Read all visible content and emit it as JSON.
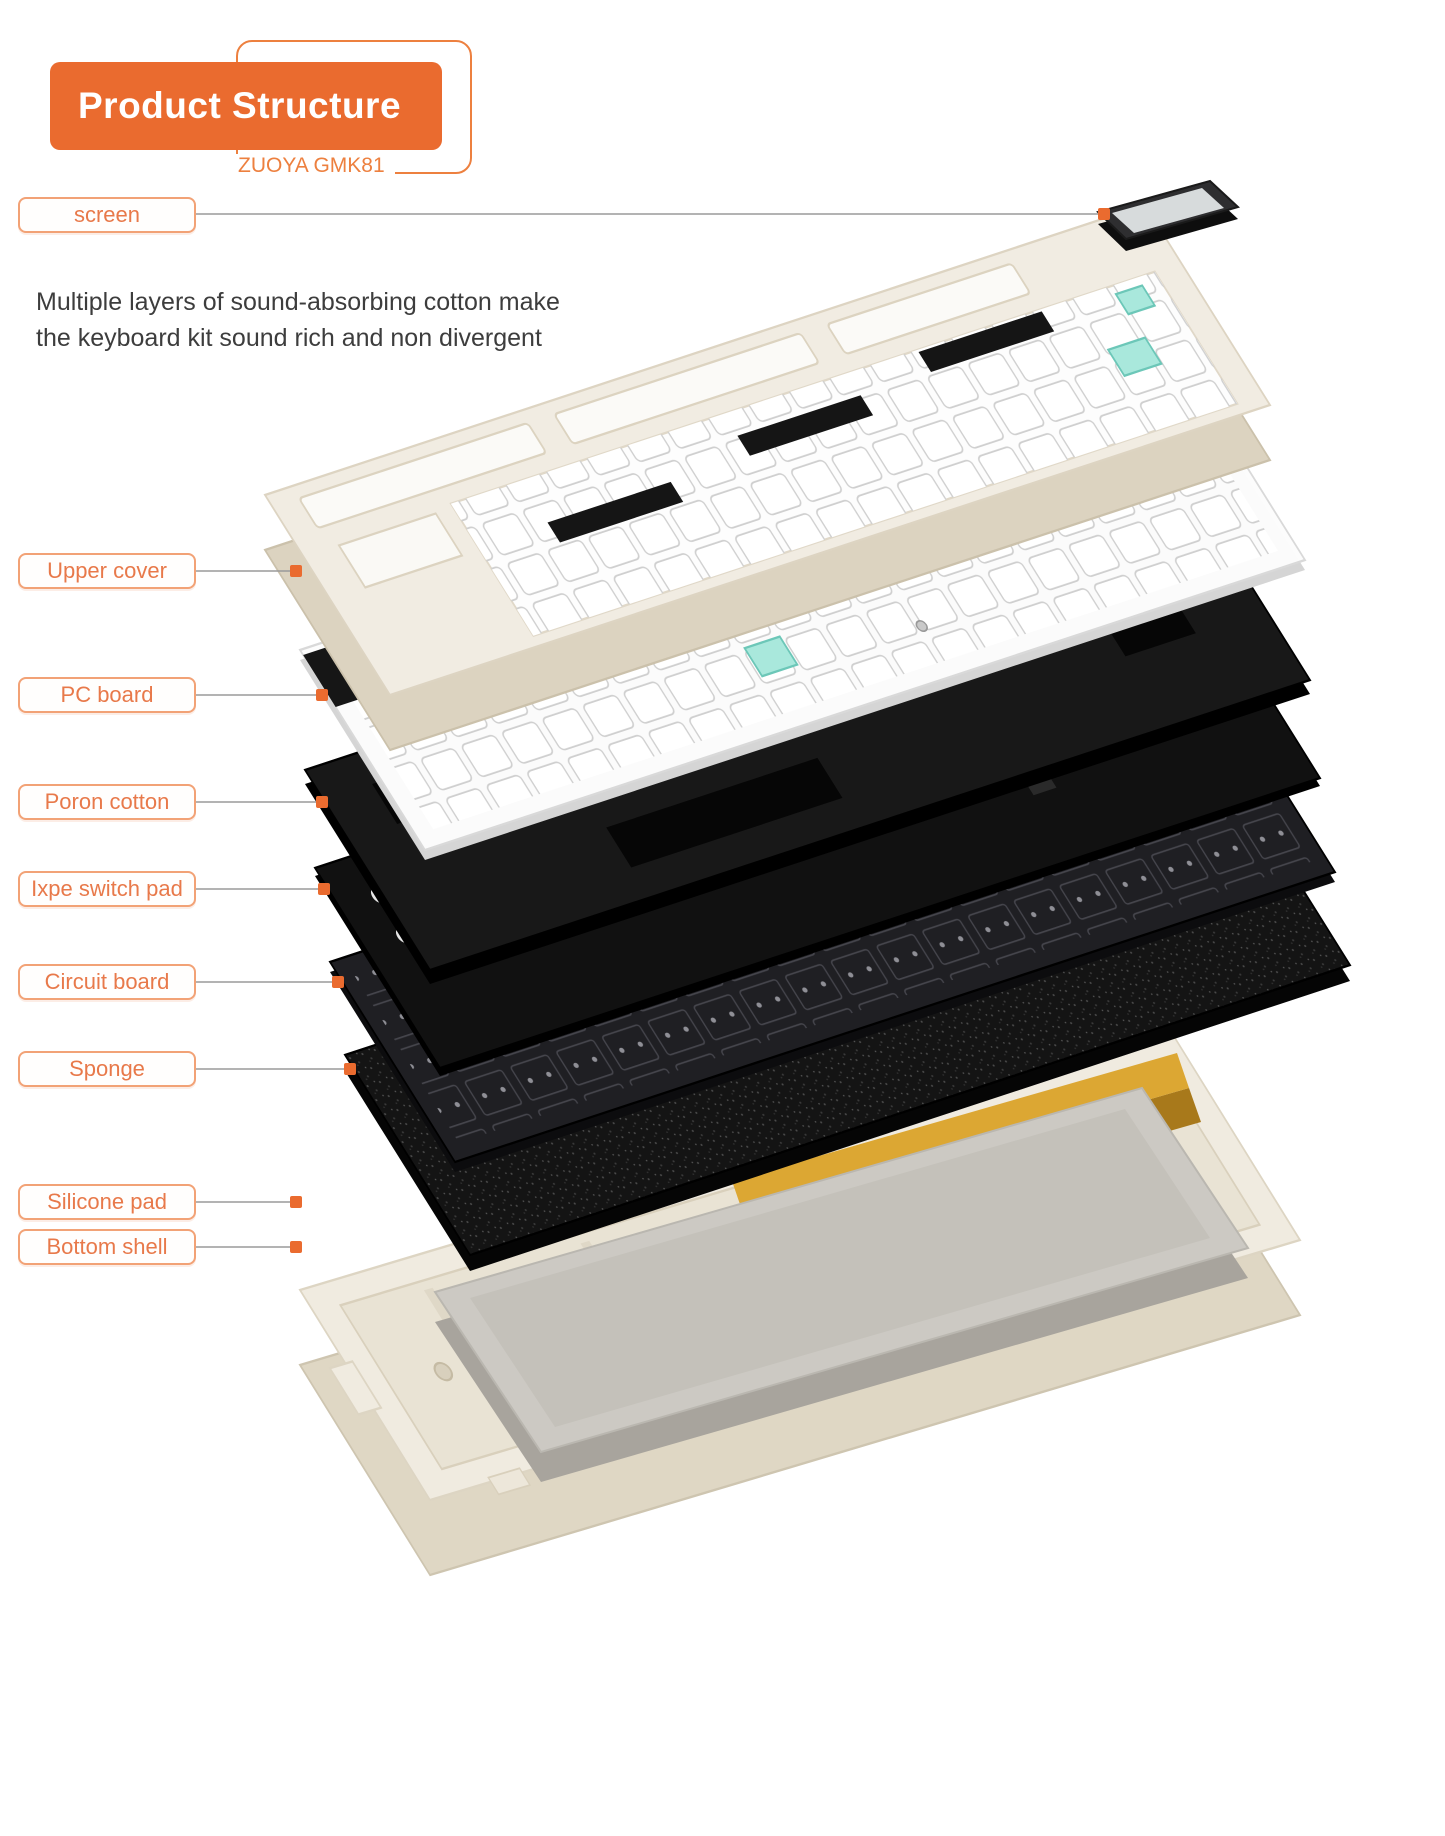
{
  "header": {
    "title": "Product Structure",
    "subtitle": "ZUOYA GMK81"
  },
  "description": {
    "line1": "Multiple layers of sound-absorbing cotton make",
    "line2": "the keyboard kit sound rich and non divergent"
  },
  "labels": [
    {
      "id": "screen",
      "text": "screen"
    },
    {
      "id": "upper-cover",
      "text": "Upper cover"
    },
    {
      "id": "pc-board",
      "text": "PC board"
    },
    {
      "id": "poron-cotton",
      "text": "Poron cotton"
    },
    {
      "id": "ixpe-switch-pad",
      "text": "Ixpe switch pad"
    },
    {
      "id": "circuit-board",
      "text": "Circuit board"
    },
    {
      "id": "sponge",
      "text": "Sponge"
    },
    {
      "id": "silicone-pad",
      "text": "Silicone pad"
    },
    {
      "id": "bottom-shell",
      "text": "Bottom shell"
    }
  ],
  "colors": {
    "accent_orange": "#EA6B2F",
    "label_border": "#F2A276",
    "label_text": "#E8794A",
    "leader_line": "#9A9A9A",
    "cover_cream": "#F1ECE2",
    "plate_white": "#FCFCFC",
    "foam_black": "#161616",
    "pcb_dark": "#1F1F23",
    "sponge_black": "#141414",
    "silicone_gray": "#CCC9C3",
    "gold": "#DCA733",
    "stabilizer_teal": "#A9E8DC",
    "shell_cream": "#F0EBE0"
  }
}
